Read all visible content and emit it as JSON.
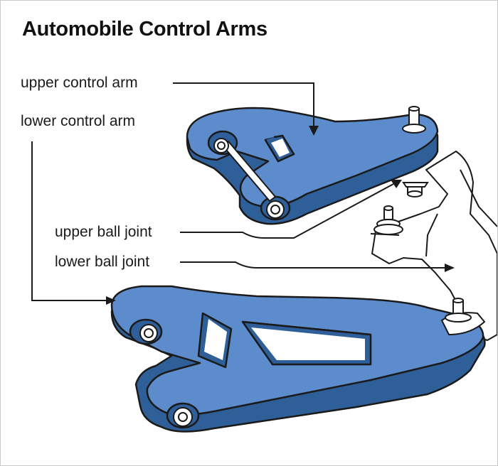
{
  "title": "Automobile Control Arms",
  "labels": {
    "upper_control_arm": "upper control arm",
    "lower_control_arm": "lower control arm",
    "upper_ball_joint": "upper ball joint",
    "lower_ball_joint": "lower ball joint"
  },
  "colors": {
    "arm_fill": "#5c8ccc",
    "arm_shadow": "#2f5f99",
    "outline": "#1a1a1a",
    "background": "#ffffff"
  }
}
